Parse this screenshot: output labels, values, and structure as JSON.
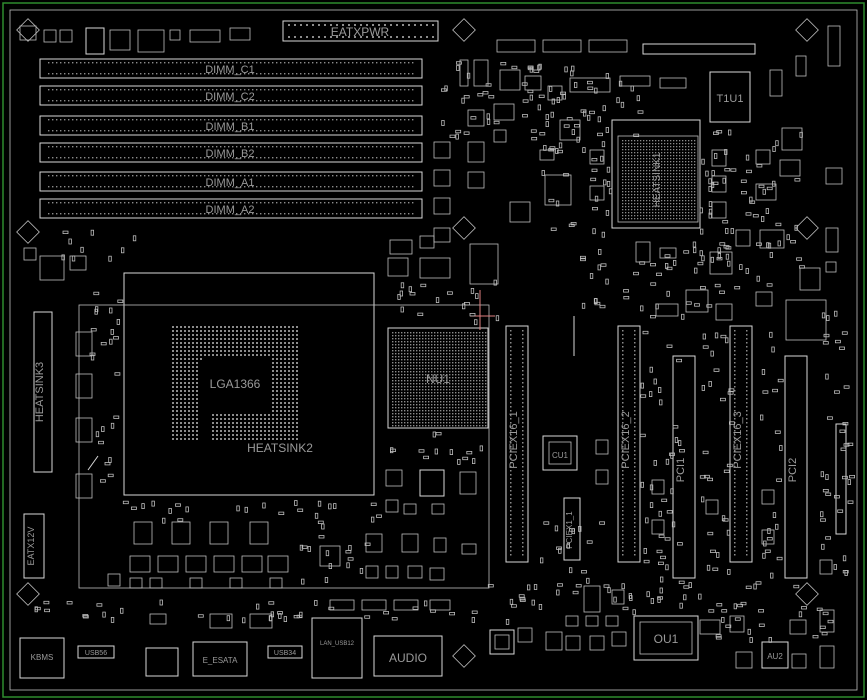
{
  "labels": {
    "eatxpwr": "EATXPWR",
    "dimm_c1": "DIMM_C1",
    "dimm_c2": "DIMM_C2",
    "dimm_b1": "DIMM_B1",
    "dimm_b2": "DIMM_B2",
    "dimm_a1": "DIMM_A1",
    "dimm_a2": "DIMM_A2",
    "t1u1": "T1U1",
    "lga1366": "LGA1366",
    "heatsink1": "HEATSINK1",
    "heatsink2": "HEATSINK2",
    "nu1": "NU1",
    "cu1": "CU1",
    "ou1": "OU1",
    "au2": "AU2",
    "pciex16_1": "PCIEX16_1",
    "pciex16_2": "PCIEX16_2",
    "pciex16_3": "PCIEX16_3",
    "pci1": "PCI1",
    "pci2": "PCI2",
    "pciex1_1": "PCIEX1_1",
    "eatx12v": "EATX12V",
    "kbms": "KBMS",
    "usb56": "USB56",
    "esata": "E_ESATA",
    "usb34": "USB34",
    "lan_usb12": "LAN_USB12",
    "audio": "AUDIO"
  },
  "colors": {
    "background": "#000000",
    "outline": "#d8d8d8",
    "frame": "#2e8b2e",
    "trace": "#e08080"
  }
}
